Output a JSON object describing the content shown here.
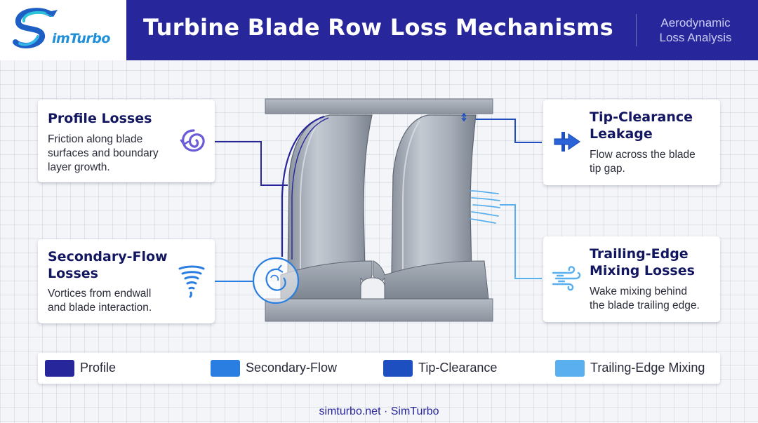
{
  "header": {
    "title": "Turbine Blade Row Loss Mechanisms",
    "subtitle_line1": "Aerodynamic",
    "subtitle_line2": "Loss Analysis",
    "background_color": "#27269a"
  },
  "logo": {
    "text": "imTurbo",
    "icon": "simturbo-swoosh-logo"
  },
  "cards": {
    "profile": {
      "title": "Profile Losses",
      "desc_lines": [
        "Friction along blade",
        "surfaces and boundary",
        "layer growth."
      ],
      "icon": "spiral-swirl-icon"
    },
    "secondary": {
      "title_lines": [
        "Secondary-Flow",
        "Losses"
      ],
      "desc_lines": [
        "Vortices from endwall",
        "and blade interaction."
      ],
      "icon": "tornado-vortex-icon"
    },
    "tip": {
      "title_lines": [
        "Tip-Clearance",
        "Leakage"
      ],
      "desc_lines": [
        "Flow across the blade",
        "tip gap."
      ],
      "icon": "arrow-through-gap-icon"
    },
    "trailing": {
      "title_lines": [
        "Trailing-Edge",
        "Mixing Losses"
      ],
      "desc_lines": [
        "Wake mixing behind",
        "the blade trailing edge."
      ],
      "icon": "wind-wake-icon"
    }
  },
  "legend": [
    {
      "label": "Profile",
      "color": "#27269a"
    },
    {
      "label": "Secondary-Flow",
      "color": "#2a7de1"
    },
    {
      "label": "Tip-Clearance",
      "color": "#1e4fc0"
    },
    {
      "label": "Trailing-Edge Mixing",
      "color": "#5ab0ee"
    }
  ],
  "footer": {
    "text": "simturbo.net · SimTurbo"
  }
}
